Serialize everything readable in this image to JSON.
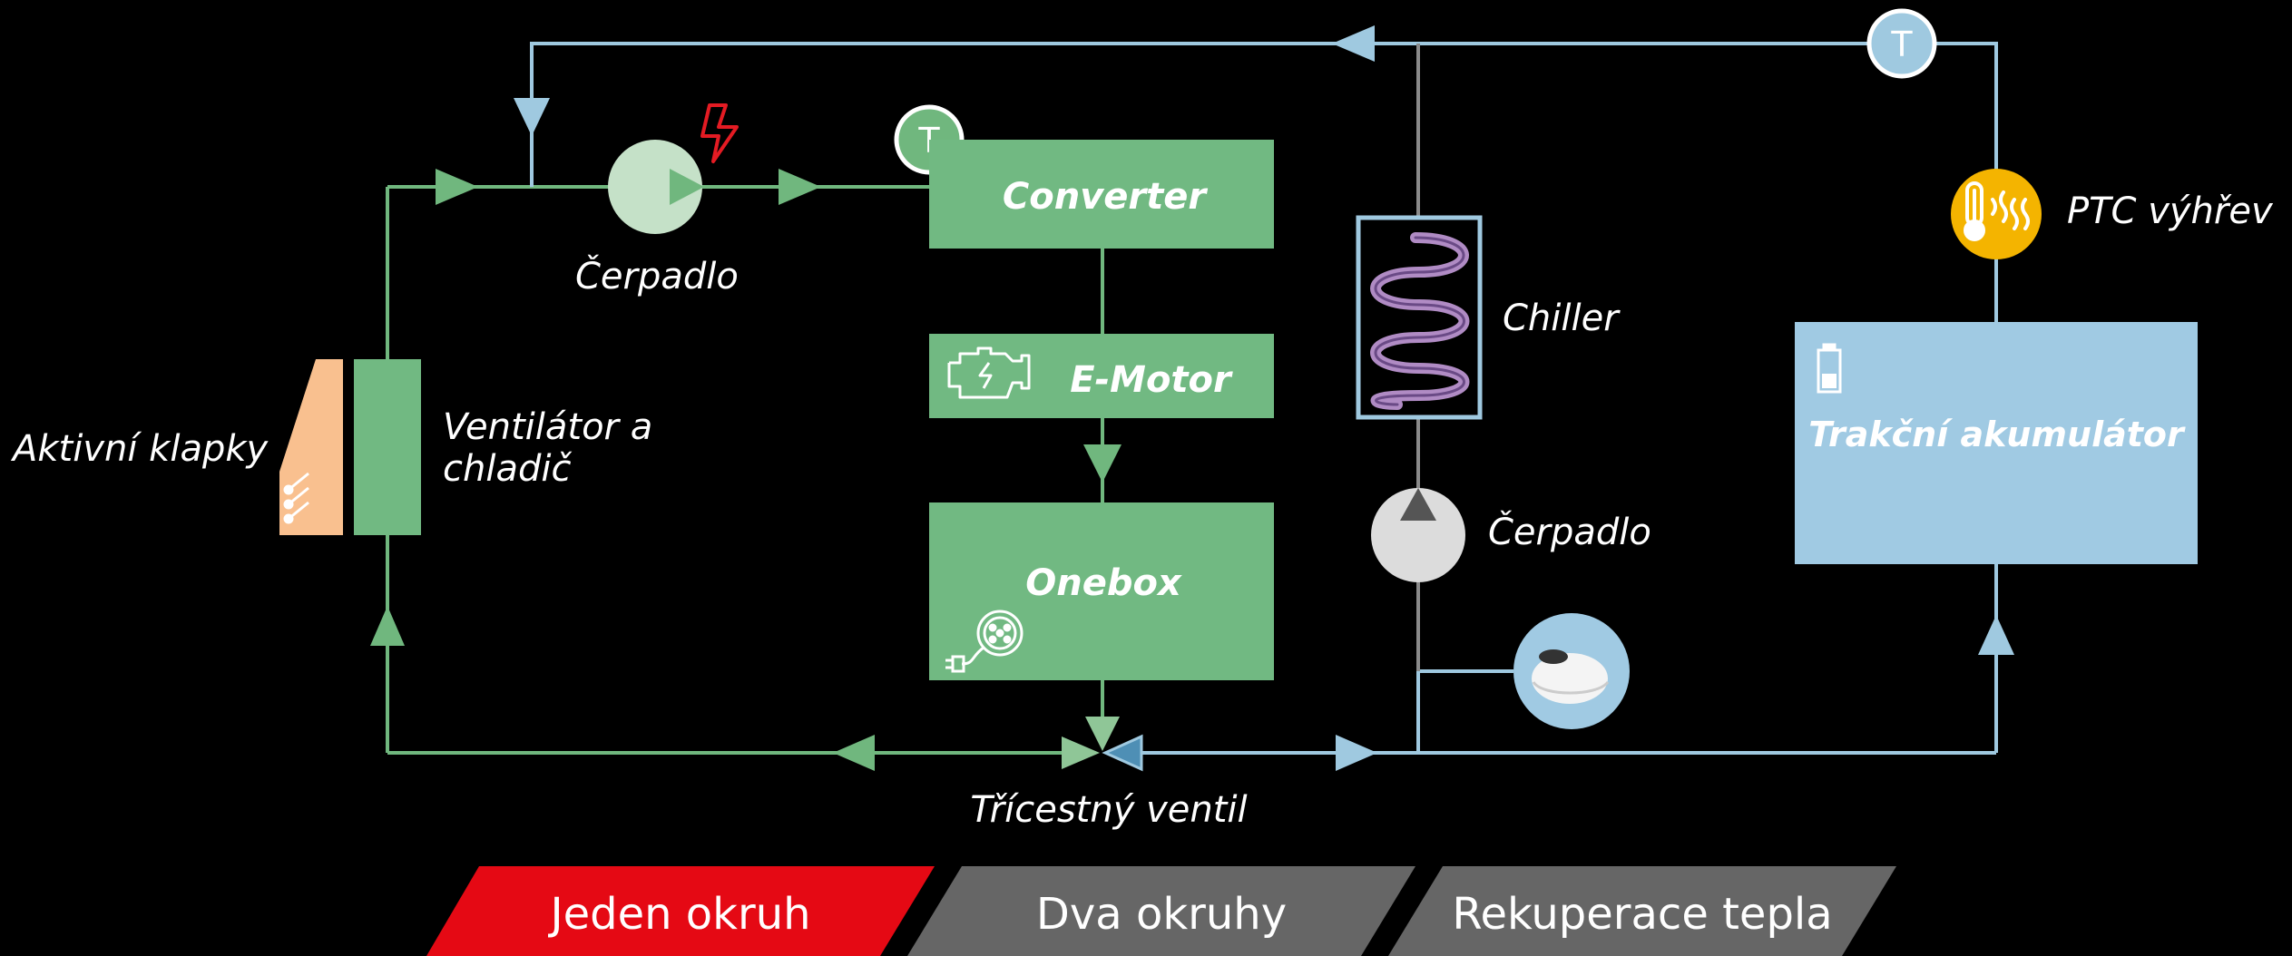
{
  "labels": {
    "pump_left": "Čerpadlo",
    "pump_right": "Čerpadlo",
    "converter": "Converter",
    "emotor": "E-Motor",
    "onebox": "Onebox",
    "chiller": "Chiller",
    "ptc": "PTC výhřev",
    "battery": "Trakční akumulátor",
    "flaps": "Aktivní klapky",
    "fan_line1": "Ventilátor a",
    "fan_line2": "chladič",
    "valve": "Třícestný ventil",
    "temp_sensor": "T"
  },
  "tabs": [
    {
      "label": "Jeden okruh",
      "active": true
    },
    {
      "label": "Dva okruhy",
      "active": false
    },
    {
      "label": "Rekuperace tepla",
      "active": false
    }
  ],
  "colors": {
    "background": "#000000",
    "green_line": "#70b77e",
    "green_box": "#71b982",
    "blue_line": "#9fc9e0",
    "battery_box": "#a0cae3",
    "tab_active": "#e50914",
    "tab_inactive": "#666666",
    "ptc_icon": "#f4b400",
    "flaps": "#f9c08f",
    "alert": "#e41b23"
  },
  "icons": [
    "lightning-icon",
    "engine-icon",
    "charging-plug-icon",
    "battery-icon",
    "thermometer-heat-icon",
    "coolant-reservoir-icon",
    "temperature-sensor-icon"
  ]
}
